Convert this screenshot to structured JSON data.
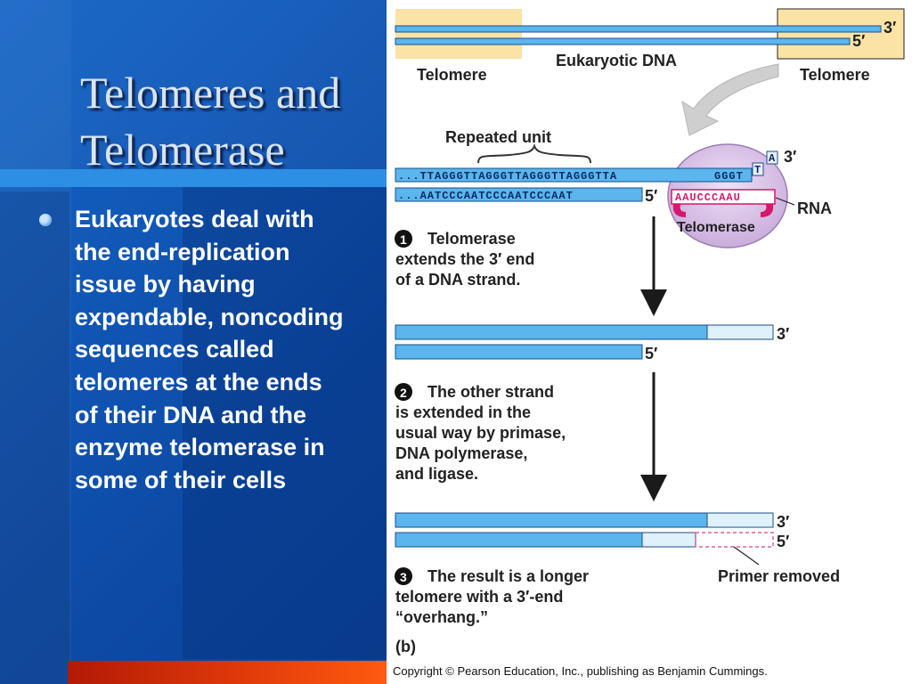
{
  "slide": {
    "title": "Telomeres and Telomerase",
    "bullet": "Eukaryotes deal with the end-replication issue by having expendable, noncoding sequences called telomeres at the ends of their DNA and the enzyme telomerase in some of their cells"
  },
  "colors": {
    "background_blue": "#0d4aa6",
    "dna_strand": "#5ab6ec",
    "dna_extension": "#dff1fb",
    "telomere_highlight": "#fbe3a6",
    "telomerase_body": "#d9c3e6",
    "rna_magenta": "#d6186b",
    "accent_bar": "#e03a0a"
  },
  "figure": {
    "telomere_left": "Telomere",
    "eukaryotic_dna": "Eukaryotic DNA",
    "telomere_right": "Telomere",
    "top_3prime": "3′",
    "top_5prime": "5′",
    "repeated_unit": "Repeated unit",
    "seq_top": "...TTAGGGTTAGGGTTAGGGTTAGGGTTA",
    "seq_top_extra": "GGGT",
    "seq_top_T": "T",
    "seq_top_A": "A",
    "seq_bottom": "...AATCCCAATCCCAATCCCAAT",
    "rna_seq": "AAUCCCAAU",
    "label_3prime": "3′",
    "label_5prime": "5′",
    "rna_label": "RNA",
    "telomerase_label": "Telomerase",
    "step1_num": "1",
    "step1_lines": [
      "Telomerase",
      "extends the 3′ end",
      "of a DNA strand."
    ],
    "step2_num": "2",
    "step2_lines": [
      "The other strand",
      "is extended in the",
      "usual way by primase,",
      "DNA polymerase,",
      "and ligase."
    ],
    "step3_num": "3",
    "step3_lines": [
      "The result is a longer",
      "telomere with a 3′-end",
      "“overhang.”"
    ],
    "primer_removed": "Primer removed",
    "panel_label": "(b)",
    "copyright": "Copyright © Pearson Education, Inc., publishing as Benjamin Cummings."
  }
}
